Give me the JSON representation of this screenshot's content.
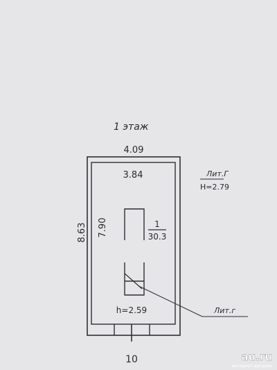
{
  "floor_label": "1  этаж",
  "dimensions": {
    "outer_width": "4.09",
    "inner_width": "3.84",
    "outer_length": "8.63",
    "inner_length": "7.90",
    "ceiling_height": "h=2.59"
  },
  "room": {
    "number": "1",
    "area": "30.3"
  },
  "building": {
    "letter": "Лит.Г",
    "height": "H=2.79"
  },
  "callout": "Лит.г",
  "page_number": "10",
  "watermark": {
    "site": "au.ru",
    "tagline": "интернет-аукцион"
  },
  "colors": {
    "background": "#e6e6e9",
    "ink": "#2f2f33"
  }
}
